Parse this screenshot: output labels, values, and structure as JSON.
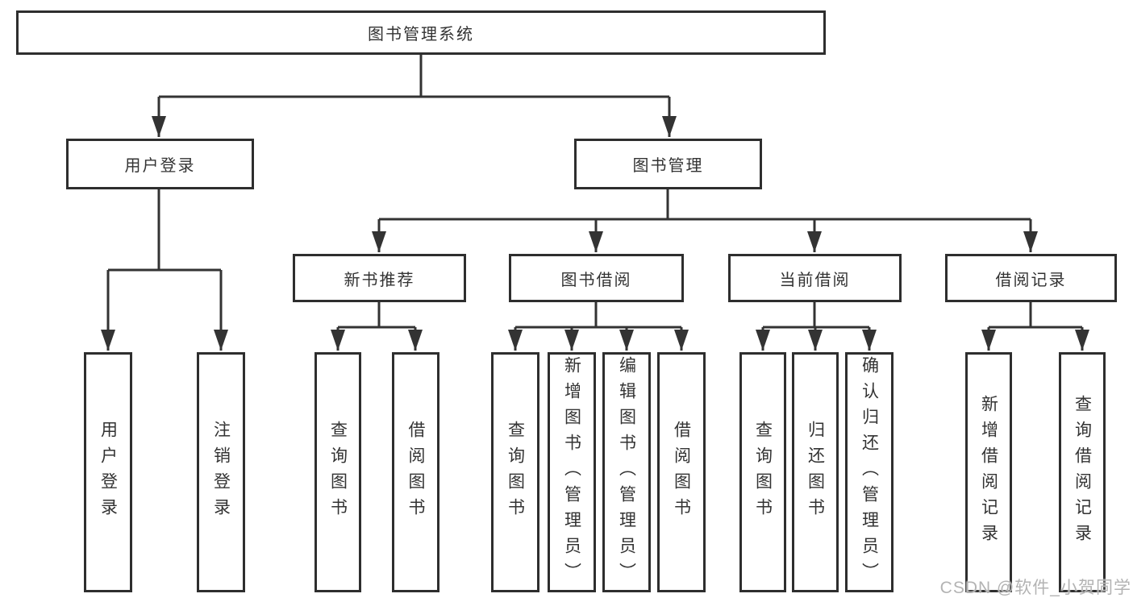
{
  "tree": {
    "label": "图书管理系统",
    "children": [
      {
        "label": "用户登录",
        "children": [
          {
            "label": "用户登录"
          },
          {
            "label": "注销登录"
          }
        ]
      },
      {
        "label": "图书管理",
        "children": [
          {
            "label": "新书推荐",
            "children": [
              {
                "label": "查询图书"
              },
              {
                "label": "借阅图书"
              }
            ]
          },
          {
            "label": "图书借阅",
            "children": [
              {
                "label": "查询图书"
              },
              {
                "label": "新增图书（管理员）"
              },
              {
                "label": "编辑图书（管理员）"
              },
              {
                "label": "借阅图书"
              }
            ]
          },
          {
            "label": "当前借阅",
            "children": [
              {
                "label": "查询图书"
              },
              {
                "label": "归还图书"
              },
              {
                "label": "确认归还（管理员）"
              }
            ]
          },
          {
            "label": "借阅记录",
            "children": [
              {
                "label": "新增借阅记录"
              },
              {
                "label": "查询借阅记录"
              }
            ]
          }
        ]
      }
    ]
  },
  "watermark": {
    "text": "CSDN @软件_小贺同学"
  },
  "colors": {
    "line": "#333333",
    "box_border": "#2e2e2e",
    "background": "#ffffff",
    "watermark": "#b3b3b3"
  }
}
